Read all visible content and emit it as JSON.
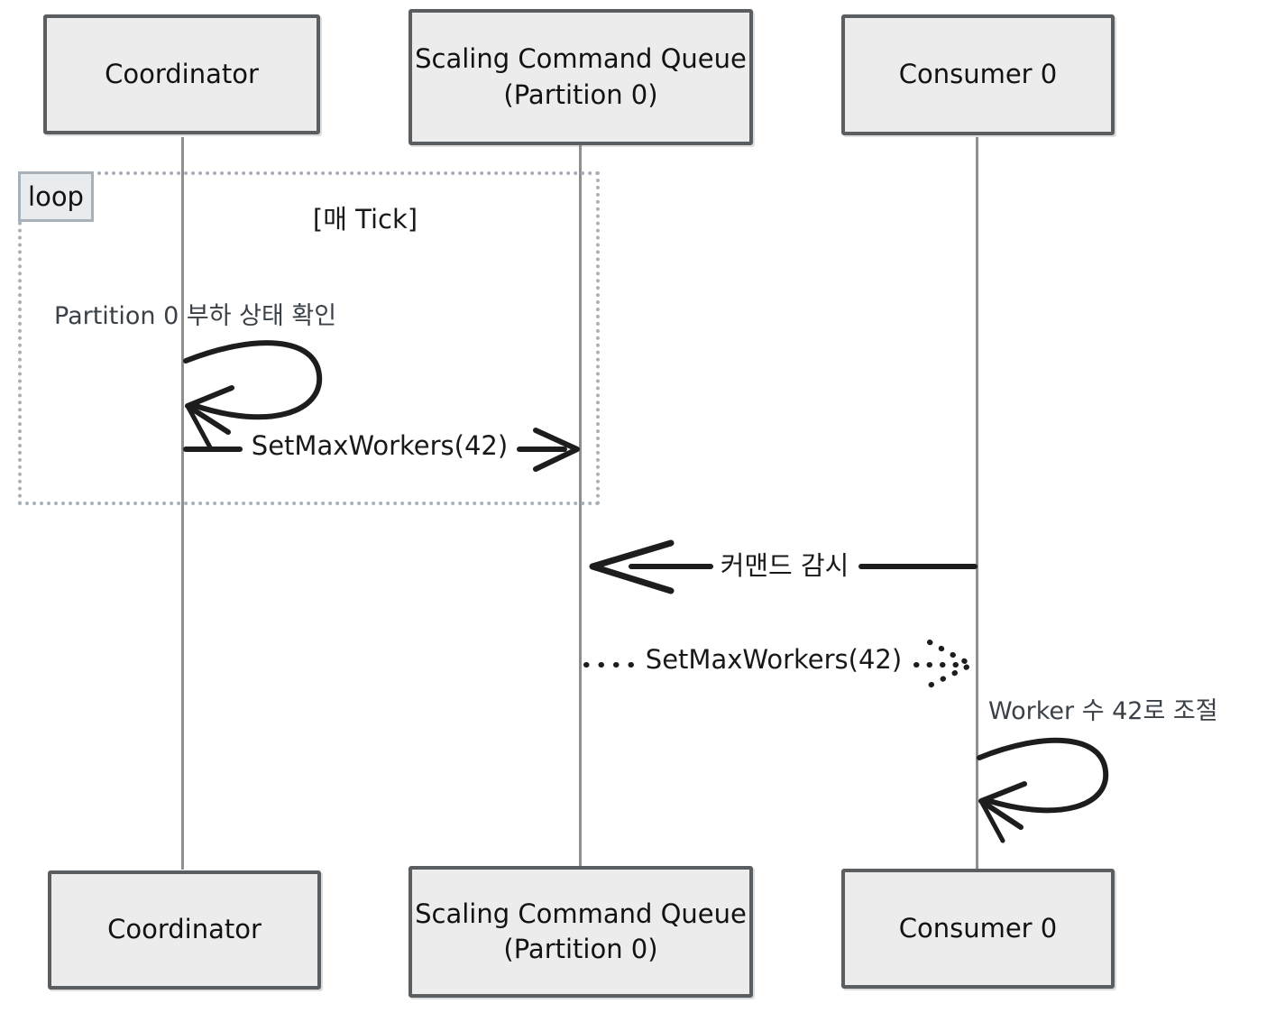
{
  "diagram": {
    "type": "sequence-diagram",
    "participants": [
      {
        "id": "coordinator",
        "label": "Coordinator"
      },
      {
        "id": "scaling-command-queue",
        "lines": [
          "Scaling Command Queue",
          "(Partition 0)"
        ]
      },
      {
        "id": "consumer-0",
        "label": "Consumer 0"
      }
    ],
    "loop_frame": {
      "label": "loop",
      "condition": "[매 Tick]"
    },
    "messages": [
      {
        "from": "Coordinator",
        "to": "Coordinator",
        "kind": "self-loop",
        "label": "Partition 0 부하 상태 확인"
      },
      {
        "from": "Coordinator",
        "to": "Scaling Command Queue (Partition 0)",
        "kind": "solid-arrow",
        "label": "SetMaxWorkers(42)"
      },
      {
        "from": "Consumer 0",
        "to": "Scaling Command Queue (Partition 0)",
        "kind": "solid-arrow",
        "label": "커맨드 감시"
      },
      {
        "from": "Scaling Command Queue (Partition 0)",
        "to": "Consumer 0",
        "kind": "dashed-arrow",
        "label": "SetMaxWorkers(42)"
      },
      {
        "from": "Consumer 0",
        "to": "Consumer 0",
        "kind": "self-loop",
        "label": "Worker 수 42로 조절"
      }
    ],
    "colors": {
      "box_fill": "#ececec",
      "box_border": "#5a5e61",
      "lifeline": "#8f8f8f",
      "loop_border": "#a8b1ba",
      "loop_label_fill": "#e9ecef",
      "arrow": "#1d1d1d",
      "note_text": "#3a4148",
      "box_text": "#121212"
    }
  }
}
